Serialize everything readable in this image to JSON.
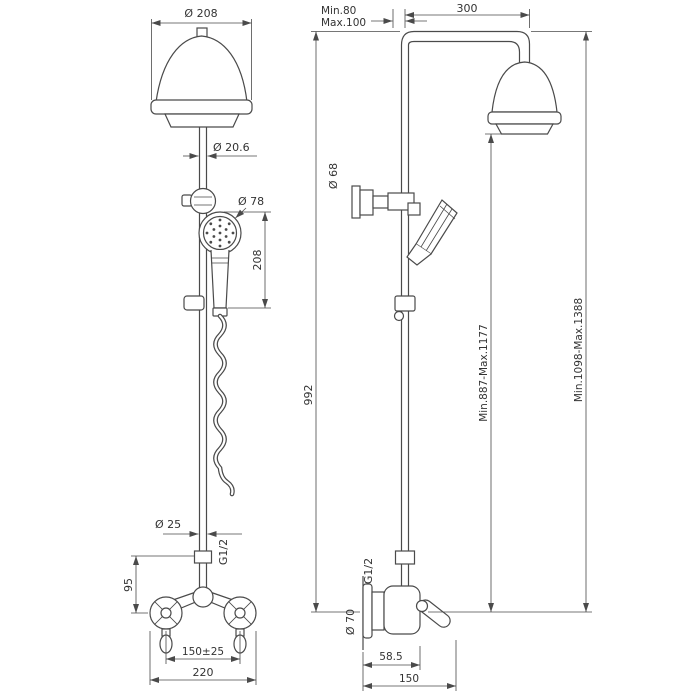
{
  "style": {
    "background": "#ffffff",
    "line_color": "#4a4a4a",
    "text_color": "#333333"
  },
  "front_view": {
    "head_diameter": "Ø 208",
    "pipe_diameter": "Ø 20.6",
    "hand_shower_diameter": "Ø 78",
    "hand_shower_length": "208",
    "riser_diameter": "Ø 25",
    "thread_label": "G1/2",
    "body_height": "95",
    "union_spacing": "150±25",
    "overall_width": "220"
  },
  "side_view": {
    "wall_distance_min": "Min.80",
    "wall_distance_max": "Max.100",
    "arm_reach": "300",
    "bracket_diameter": "Ø 68",
    "riser_length": "992",
    "head_height_range": "Min.887-Max.1177",
    "overall_height_range": "Min.1098-Max.1388",
    "thread_label": "G1/2",
    "escutcheon_diameter": "Ø 70",
    "wall_to_outlet": "58.5",
    "wall_to_handle": "150"
  }
}
